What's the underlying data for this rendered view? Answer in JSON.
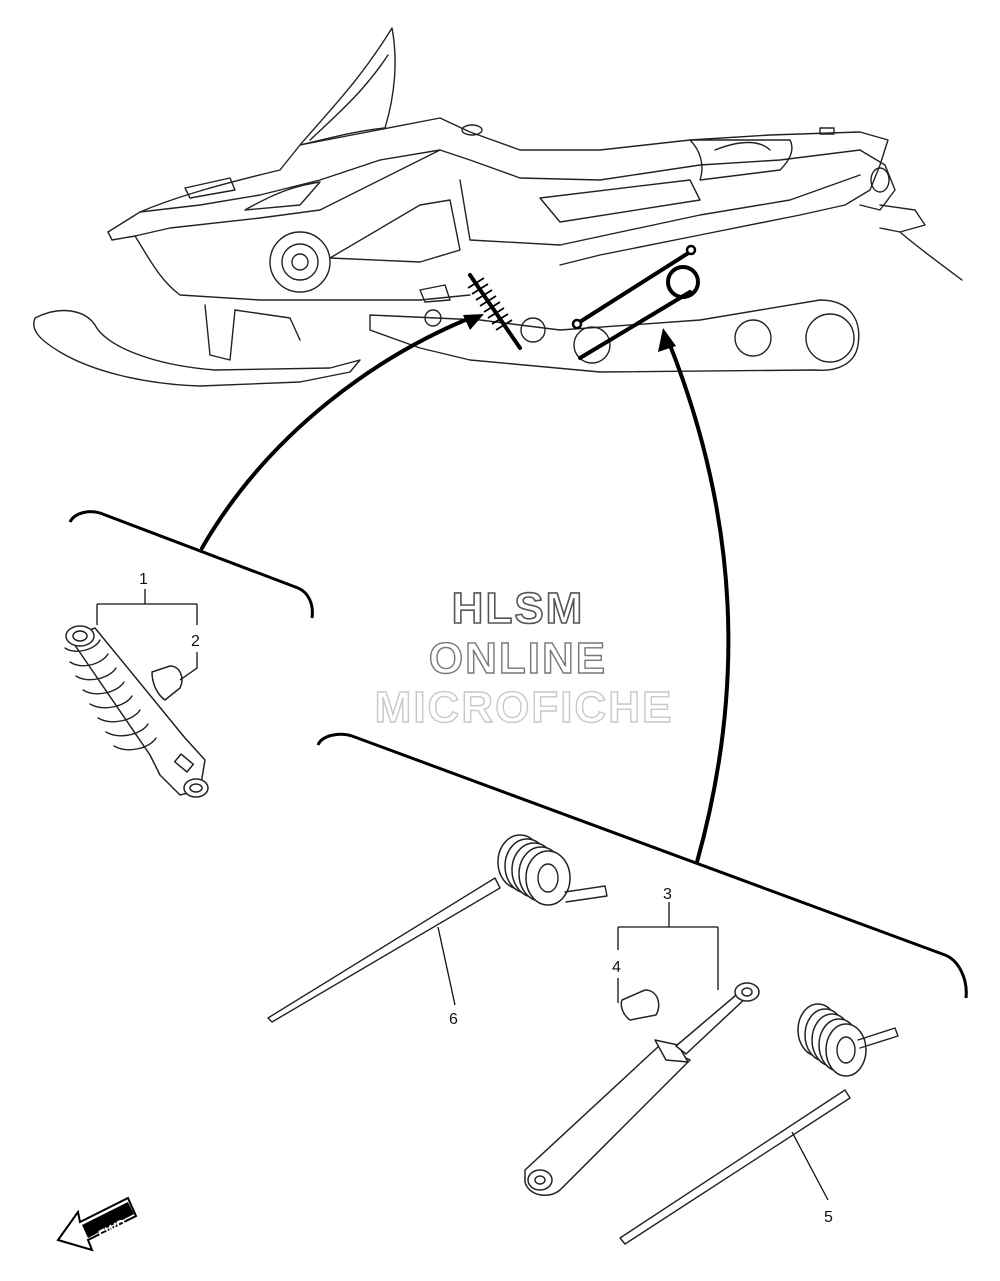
{
  "watermark": {
    "line1": "HLSM",
    "line2": "ONLINE",
    "line3": "MICROFICHE"
  },
  "callouts": [
    "1",
    "2",
    "3",
    "4",
    "5",
    "6"
  ],
  "fwd_label": "FWD",
  "icons": {
    "forward_arrow": "fwd-arrow-icon"
  }
}
